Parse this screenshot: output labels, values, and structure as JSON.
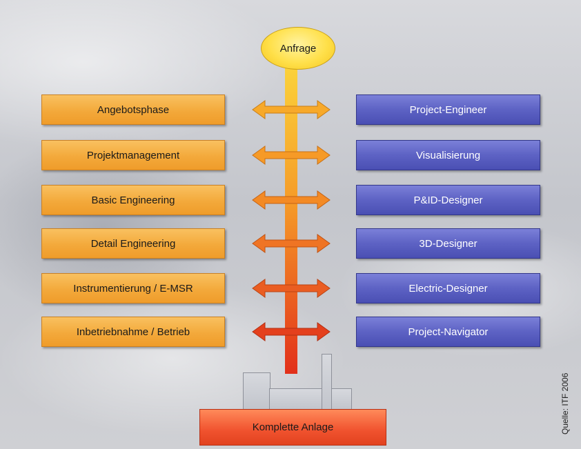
{
  "start": {
    "label": "Anfrage"
  },
  "end": {
    "label": "Komplette Anlage"
  },
  "phases": [
    "Angebotsphase",
    "Projektmanagement",
    "Basic Engineering",
    "Detail Engineering",
    "Instrumentierung / E-MSR",
    "Inbetriebnahme / Betrieb"
  ],
  "tools": [
    "Project-Engineer",
    "Visualisierung",
    "P&ID-Designer",
    "3D-Designer",
    "Electric-Designer",
    "Project-Navigator"
  ],
  "source_note": "Quelle: ITF 2006",
  "colors": {
    "phase_box": "#f3a93b",
    "tool_box": "#5d62c4",
    "flow_top": "#f5c51d",
    "flow_bottom": "#e23519",
    "end_box": "#f0522e"
  }
}
